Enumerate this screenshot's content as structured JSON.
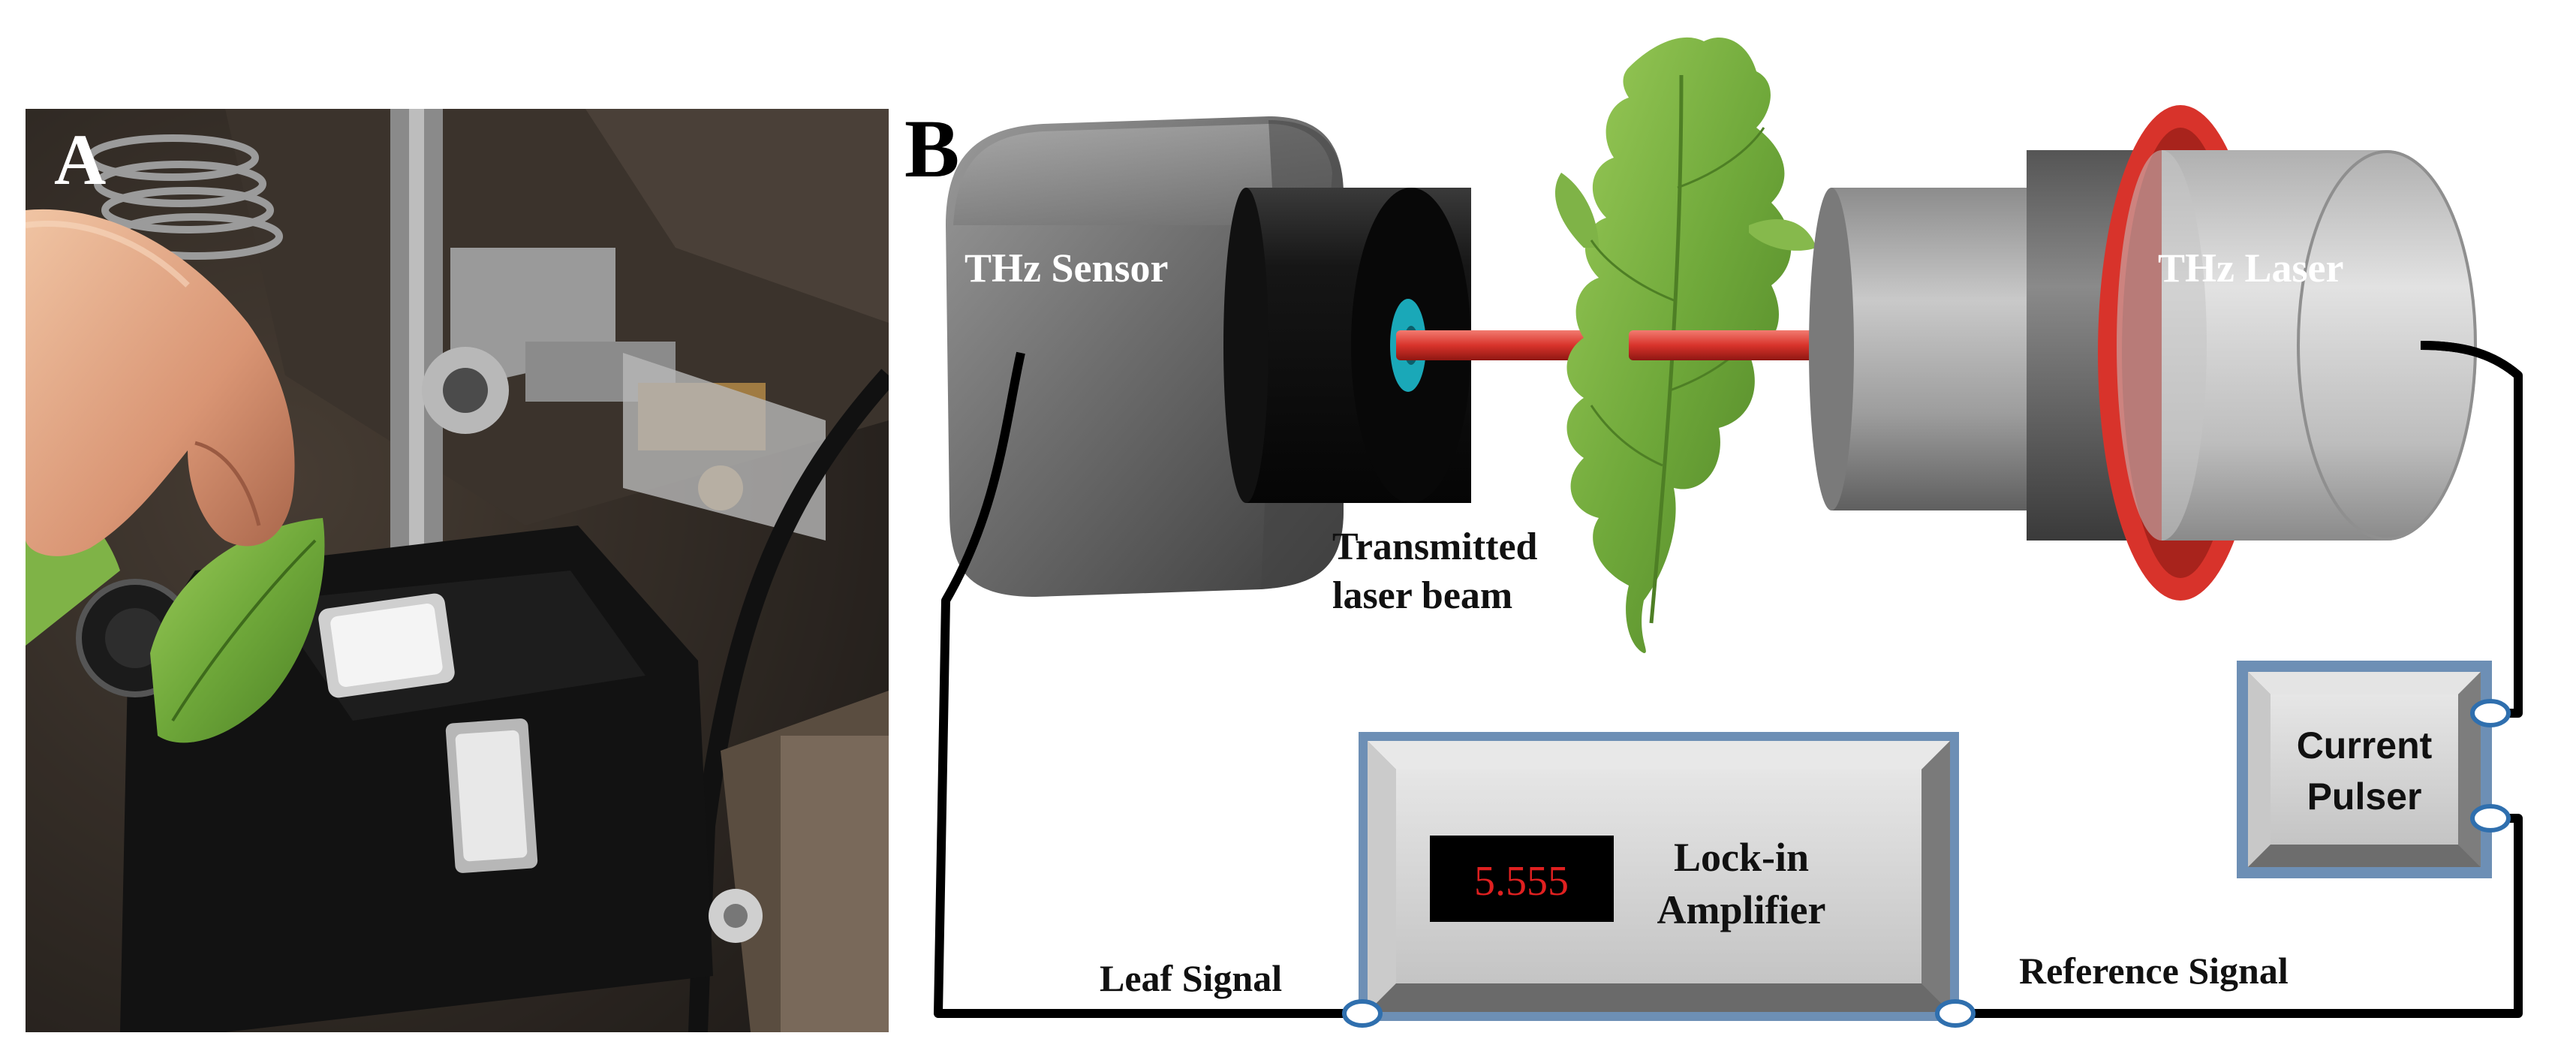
{
  "panels": {
    "a_label": "A",
    "b_label": "B"
  },
  "labels": {
    "thz_sensor": "THz Sensor",
    "thz_laser": "THz Laser",
    "transmitted_line1": "Transmitted",
    "transmitted_line2": "laser beam",
    "current_line1": "Current",
    "current_line2": "Pulser",
    "lockin_line1": "Lock-in",
    "lockin_line2": "Amplifier",
    "display_value": "5.555",
    "leaf_signal": "Leaf Signal",
    "reference_signal": "Reference Signal"
  },
  "colors": {
    "beam": "#d8332b",
    "laser_ring": "#d8332b",
    "display_text": "#e02020",
    "display_bg": "#000000",
    "box_fill": "#d2d2d2",
    "box_border": "#6d8fb5",
    "leaf": "#6fa83a",
    "port_fill": "#ffffff",
    "port_stroke": "#2f6fae"
  },
  "icons": {
    "photo": "lab-photo-hand-holding-leaf",
    "sensor": "thz-sensor-icon",
    "laser": "thz-laser-icon",
    "leaf": "leaf-icon"
  }
}
